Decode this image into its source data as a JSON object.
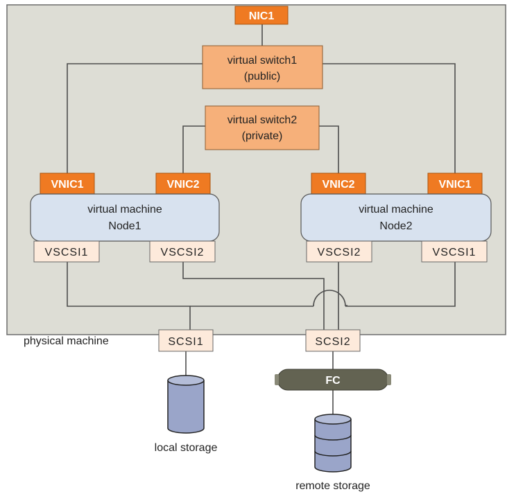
{
  "diagram": {
    "physical_machine": {
      "label": "physical machine"
    },
    "nics": {
      "nic1": "NIC1"
    },
    "switches": {
      "vswitch1": {
        "line1": "virtual switch1",
        "line2": "(public)"
      },
      "vswitch2": {
        "line1": "virtual switch2",
        "line2": "(private)"
      }
    },
    "nodes": {
      "node1": {
        "line1": "virtual machine",
        "line2": "Node1"
      },
      "node2": {
        "line1": "virtual machine",
        "line2": "Node2"
      }
    },
    "vnics": {
      "node1_vnic1": "VNIC1",
      "node1_vnic2": "VNIC2",
      "node2_vnic2": "VNIC2",
      "node2_vnic1": "VNIC1"
    },
    "vscsi": {
      "node1_vscsi1": "VSCSI1",
      "node1_vscsi2": "VSCSI2",
      "node2_vscsi2": "VSCSI2",
      "node2_vscsi1": "VSCSI1"
    },
    "scsi": {
      "scsi1": "SCSI1",
      "scsi2": "SCSI2"
    },
    "fc": {
      "label": "FC"
    },
    "storage": {
      "local": "local storage",
      "remote": "remote storage"
    },
    "colors": {
      "machine_bg": "#ddddd5",
      "nic_orange": "#ef7a22",
      "switch_fill": "#f6b07a",
      "node_fill": "#d8e2ef",
      "vscsi_fill": "#fdeadb",
      "fc_fill": "#636352",
      "disk_fill": "#9aa5c9",
      "line": "#4d4d4d"
    }
  }
}
